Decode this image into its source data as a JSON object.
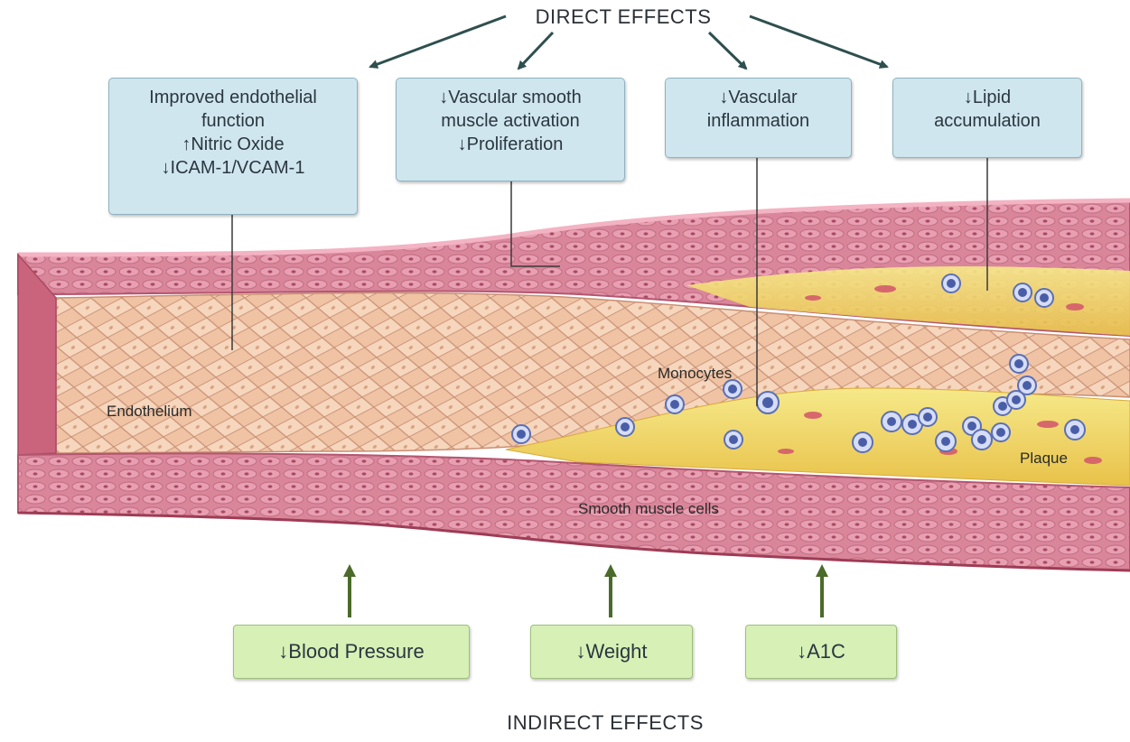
{
  "title_top": "DIRECT EFFECTS",
  "title_bottom": "INDIRECT EFFECTS",
  "direct_effects": [
    {
      "lines": [
        "Improved endothelial",
        "function",
        "↑Nitric Oxide",
        "↓ICAM-1/VCAM-1"
      ]
    },
    {
      "lines": [
        "↓Vascular smooth",
        "muscle activation",
        "↓Proliferation"
      ]
    },
    {
      "lines": [
        "↓Vascular",
        "inflammation"
      ]
    },
    {
      "lines": [
        "↓Lipid",
        "accumulation"
      ]
    }
  ],
  "indirect_effects": [
    {
      "label": "↓Blood Pressure"
    },
    {
      "label": "↓Weight"
    },
    {
      "label": "↓A1C"
    }
  ],
  "tissue_labels": {
    "endothelium": "Endothelium",
    "monocytes": "Monocytes",
    "plaque": "Plaque",
    "smooth_muscle": "Smooth muscle cells"
  },
  "colors": {
    "direct_box": "#cfe6ee",
    "indirect_box": "#d6f0b6",
    "arrow_dark": "#2f4f4f",
    "arrow_green": "#4a6b2a",
    "vessel_wall": "#d97f95",
    "endothelium": "#f0c0a0",
    "plaque": "#f2dc6a",
    "monocyte": "#5b6fb5"
  }
}
